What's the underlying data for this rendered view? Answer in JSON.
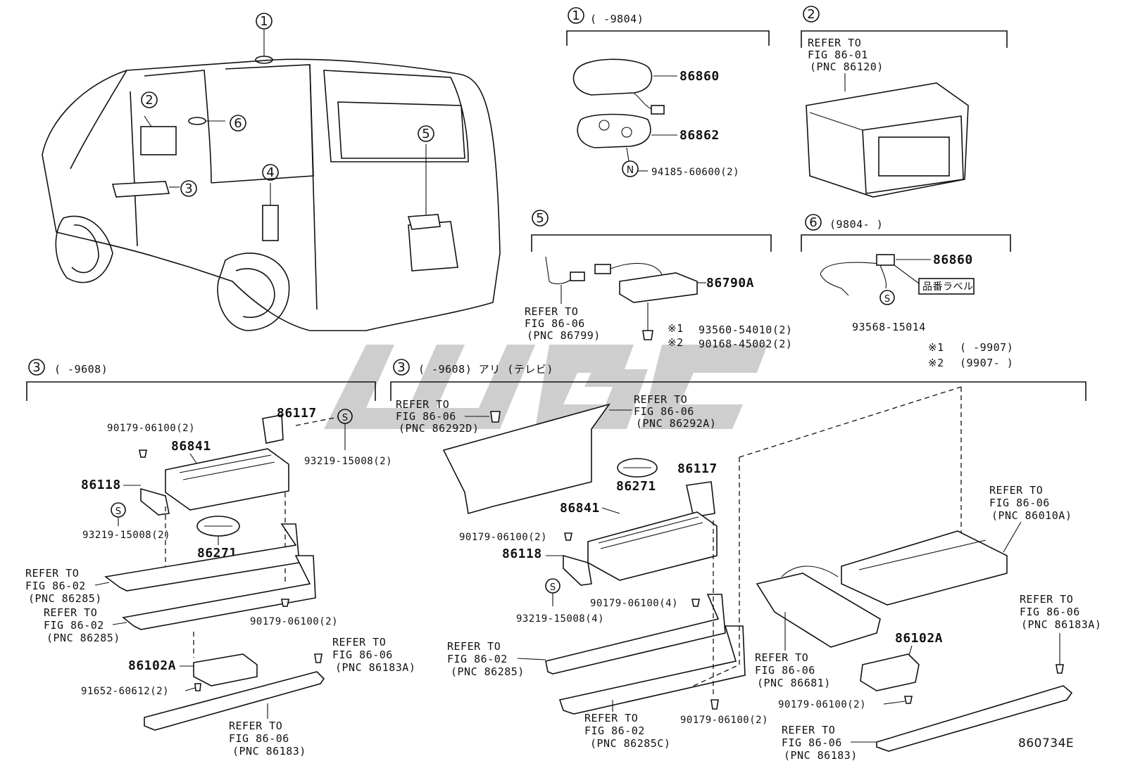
{
  "figure_id": "860734E",
  "watermark": "wgc",
  "callouts": {
    "c1": "1",
    "c2": "2",
    "c3": "3",
    "c4": "4",
    "c5": "5",
    "c6": "6",
    "note_a": "※1",
    "note_b": "※2",
    "N": "N",
    "S": "S"
  },
  "box1": {
    "range": "(     -9804)",
    "p_antenna": "86860",
    "p_base": "86862",
    "p_nut": "94185-60600(2)"
  },
  "box2": {
    "refer": [
      "REFER TO",
      "FIG 86-01",
      "(PNC 86120)"
    ]
  },
  "box5": {
    "refer": [
      "REFER TO",
      "FIG 86-06",
      "(PNC 86799)"
    ],
    "p_amp": "86790A",
    "p_screw1": "93560-54010(2)",
    "p_screw2": "90168-45002(2)"
  },
  "box6": {
    "range": "(9804-     )",
    "p_antenna": "86860",
    "tag": "品番ラベル",
    "p_screw": "93568-15014",
    "note1_range": "(     -9907)",
    "note2_range": "(9907-     )"
  },
  "box3a": {
    "range": "(     -9608)",
    "p_86117": "86117",
    "p_86841": "86841",
    "p_86118": "86118",
    "p_86271": "86271",
    "p_86102A": "86102A",
    "p_bolt_top": "90179-06100(2)",
    "p_screw_a": "93219-15008(2)",
    "p_screw_b": "93219-15008(2)",
    "p_bolt_bottom": "90179-06100(2)",
    "p_bolt_c": "91652-60612(2)",
    "ref1": [
      "REFER TO",
      "FIG 86-02",
      "(PNC 86285)"
    ],
    "ref2": [
      "REFER TO",
      "FIG 86-02",
      "(PNC 86285)"
    ],
    "ref3": [
      "REFER TO",
      "FIG 86-06",
      "(PNC 86183A)"
    ],
    "ref4": [
      "REFER TO",
      "FIG 86-06",
      "(PNC 86183)"
    ]
  },
  "box3b": {
    "range": "(     -9608) アリ (テレビ)",
    "p_86117": "86117",
    "p_86271": "86271",
    "p_86841": "86841",
    "p_86118": "86118",
    "p_86102A": "86102A",
    "p_bolt_a": "90179-06100(2)",
    "p_screw": "93219-15008(4)",
    "p_bolt_b": "90179-06100(4)",
    "p_bolt_c": "90179-06100(2)",
    "p_bolt_d": "90179-06100(2)",
    "ref_292d": [
      "REFER TO",
      "FIG 86-06",
      "(PNC 86292D)"
    ],
    "ref_292a": [
      "REFER TO",
      "FIG 86-06",
      "(PNC 86292A)"
    ],
    "ref_010a": [
      "REFER TO",
      "FIG 86-06",
      "(PNC 86010A)"
    ],
    "ref_183a": [
      "REFER TO",
      "FIG 86-06",
      "(PNC 86183A)"
    ],
    "ref_285": [
      "REFER TO",
      "FIG 86-02",
      "(PNC 86285)"
    ],
    "ref_681": [
      "REFER TO",
      "FIG 86-06",
      "(PNC 86681)"
    ],
    "ref_285c": [
      "REFER TO",
      "FIG 86-02",
      "(PNC 86285C)"
    ],
    "ref_183": [
      "REFER TO",
      "FIG 86-06",
      "(PNC 86183)"
    ]
  }
}
